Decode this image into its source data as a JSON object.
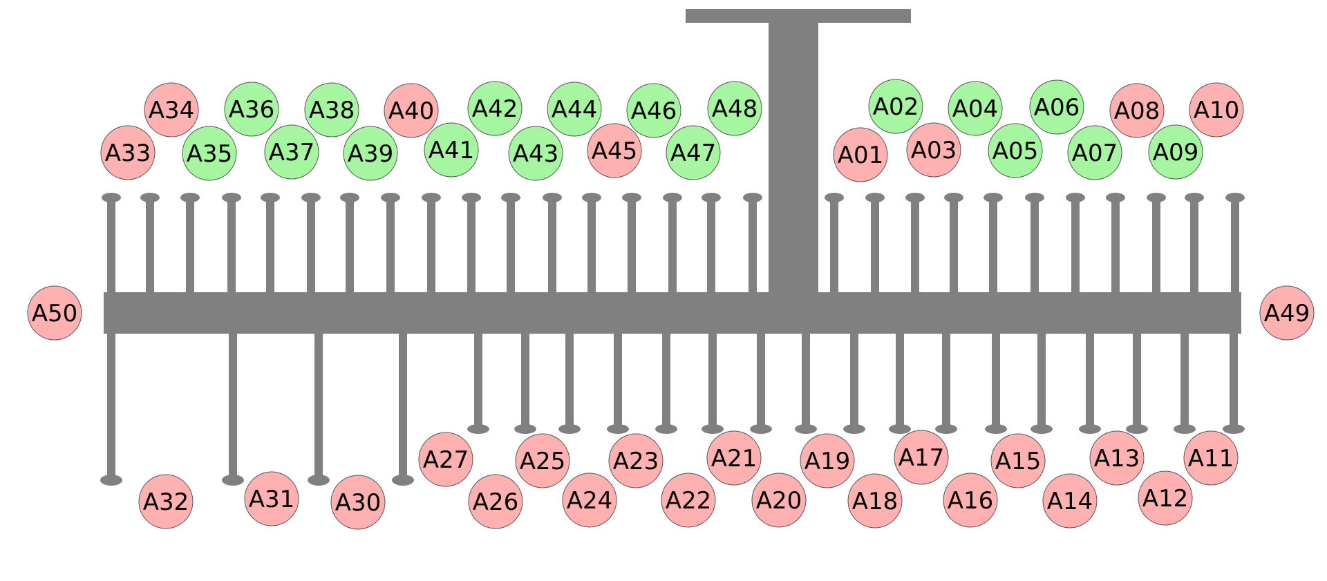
{
  "colors": {
    "available": "#a6f5a0",
    "occupied": "#ffb0b0",
    "structure": "#808080",
    "outline": "#555555",
    "text": "#000000"
  },
  "legend_meaning": {
    "available": "green",
    "occupied": "pink"
  },
  "gates": [
    {
      "id": "A01",
      "status": "occupied"
    },
    {
      "id": "A02",
      "status": "available"
    },
    {
      "id": "A03",
      "status": "occupied"
    },
    {
      "id": "A04",
      "status": "available"
    },
    {
      "id": "A05",
      "status": "available"
    },
    {
      "id": "A06",
      "status": "available"
    },
    {
      "id": "A07",
      "status": "available"
    },
    {
      "id": "A08",
      "status": "occupied"
    },
    {
      "id": "A09",
      "status": "available"
    },
    {
      "id": "A10",
      "status": "occupied"
    },
    {
      "id": "A11",
      "status": "occupied"
    },
    {
      "id": "A12",
      "status": "occupied"
    },
    {
      "id": "A13",
      "status": "occupied"
    },
    {
      "id": "A14",
      "status": "occupied"
    },
    {
      "id": "A15",
      "status": "occupied"
    },
    {
      "id": "A16",
      "status": "occupied"
    },
    {
      "id": "A17",
      "status": "occupied"
    },
    {
      "id": "A18",
      "status": "occupied"
    },
    {
      "id": "A19",
      "status": "occupied"
    },
    {
      "id": "A20",
      "status": "occupied"
    },
    {
      "id": "A21",
      "status": "occupied"
    },
    {
      "id": "A22",
      "status": "occupied"
    },
    {
      "id": "A23",
      "status": "occupied"
    },
    {
      "id": "A24",
      "status": "occupied"
    },
    {
      "id": "A25",
      "status": "occupied"
    },
    {
      "id": "A26",
      "status": "occupied"
    },
    {
      "id": "A27",
      "status": "occupied"
    },
    {
      "id": "A30",
      "status": "occupied"
    },
    {
      "id": "A31",
      "status": "occupied"
    },
    {
      "id": "A32",
      "status": "occupied"
    },
    {
      "id": "A33",
      "status": "occupied"
    },
    {
      "id": "A34",
      "status": "occupied"
    },
    {
      "id": "A35",
      "status": "available"
    },
    {
      "id": "A36",
      "status": "available"
    },
    {
      "id": "A37",
      "status": "available"
    },
    {
      "id": "A38",
      "status": "available"
    },
    {
      "id": "A39",
      "status": "available"
    },
    {
      "id": "A40",
      "status": "occupied"
    },
    {
      "id": "A41",
      "status": "available"
    },
    {
      "id": "A42",
      "status": "available"
    },
    {
      "id": "A43",
      "status": "available"
    },
    {
      "id": "A44",
      "status": "available"
    },
    {
      "id": "A45",
      "status": "occupied"
    },
    {
      "id": "A46",
      "status": "available"
    },
    {
      "id": "A47",
      "status": "available"
    },
    {
      "id": "A48",
      "status": "available"
    },
    {
      "id": "A49",
      "status": "occupied"
    },
    {
      "id": "A50",
      "status": "occupied"
    }
  ]
}
